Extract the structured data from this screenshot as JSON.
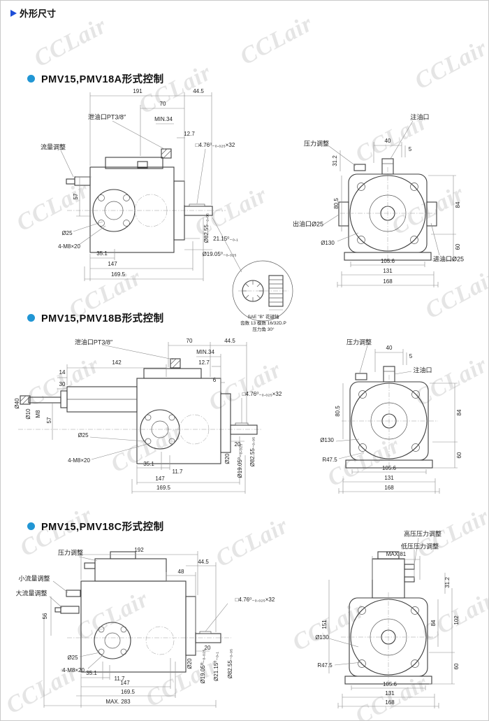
{
  "watermark": {
    "text": "CCLair"
  },
  "header": {
    "title": "外形尺寸"
  },
  "spline_note": {
    "line1": "SAE \"B\" 花键轴",
    "line2": "齿数 13 模数 16/32D.P",
    "line3": "压力角 30°"
  },
  "sections": {
    "a": {
      "title": "PMV15,PMV18A形式控制",
      "side": {
        "flow_adjust": "流量调整",
        "drain_port": "泄油口PT3/8″",
        "d191": "191",
        "d44_5": "44.5",
        "d70": "70",
        "min34": "MIN.34",
        "d12_7": "12.7",
        "key": "□4.76⁰₋₀.₀₂₅×32",
        "d57": "57",
        "dia25": "Ø25",
        "bolt": "4-M8×20",
        "d35_1": "35.1",
        "d147": "147",
        "d169_5": "169.5",
        "d21_15": "21.15⁰₋₀.₁",
        "dia19_05": "Ø19.05⁰₋₀.₀₂₅",
        "dia82_55": "Ø82.55₋₀.₀₅"
      },
      "front": {
        "fill_port": "注油口",
        "pressure_adjust": "压力调整",
        "d40": "40",
        "d5": "5",
        "d31_2": "31.2",
        "d80_5": "80.5",
        "d84": "84",
        "d60": "60",
        "outlet": "出油口Ø25",
        "dia130": "Ø130",
        "inlet": "进油口Ø25",
        "d105_6": "105.6",
        "d131": "131",
        "d168": "168"
      }
    },
    "b": {
      "title": "PMV15,PMV18B形式控制",
      "side": {
        "drain_port": "泄油口PT3/8″",
        "d70": "70",
        "d44_5": "44.5",
        "min34": "MIN.34",
        "d12_7": "12.7",
        "d6": "6",
        "d14": "14",
        "d142": "142",
        "d30": "30",
        "key": "□4.76⁰₋₀.₀₂₅×32",
        "dia40": "Ø40",
        "dia10": "Ø10",
        "m8": "M8",
        "d57": "57",
        "dia25": "Ø25",
        "bolt": "4-M8×20",
        "d35_1": "35.1",
        "d11_7": "11.7",
        "d147": "147",
        "d169_5": "169.5",
        "d20": "20",
        "dia20": "Ø20",
        "dia19_05": "Ø19.05⁰₋₀.₀₂₅",
        "dia82_55": "Ø82.55₋₀.₀₅"
      },
      "front": {
        "pressure_adjust": "压力调整",
        "fill_port": "注油口",
        "d40": "40",
        "d5": "5",
        "d80_5": "80.5",
        "d84": "84",
        "d60": "60",
        "dia130": "Ø130",
        "r47_5": "R47.5",
        "d105_6": "105.6",
        "d131": "131",
        "d168": "168"
      }
    },
    "c": {
      "title": "PMV15,PMV18C形式控制",
      "side": {
        "pressure_adjust": "压力调整",
        "d192": "192",
        "d44_5": "44.5",
        "d48": "48",
        "small_flow": "小流量调整",
        "large_flow": "大流量调整",
        "d56": "56",
        "key": "□4.76⁰₋₀.₀₂₅×32",
        "dia25": "Ø25",
        "bolt": "4-M8×20",
        "d35_1": "35.1",
        "d11_7": "11.7",
        "d147": "147",
        "d169_5": "169.5",
        "max283": "MAX. 283",
        "d20": "20",
        "dia20": "Ø20",
        "dia19_05": "Ø19.05⁰₋₀.₀₂₅",
        "dia21_15": "Ø21.15⁰₋₀.₁",
        "dia82_55": "Ø82.55₋₀.₀₅"
      },
      "front": {
        "high_pressure": "高压压力调整",
        "low_pressure": "低压压力调整",
        "max81": "MAX.81",
        "d31_2": "31.2",
        "d151": "151",
        "d84": "84",
        "d102": "102",
        "d60": "60",
        "dia130": "Ø130",
        "r47_5": "R47.5",
        "d105_6": "105.6",
        "d131": "131",
        "d168": "168"
      }
    }
  }
}
